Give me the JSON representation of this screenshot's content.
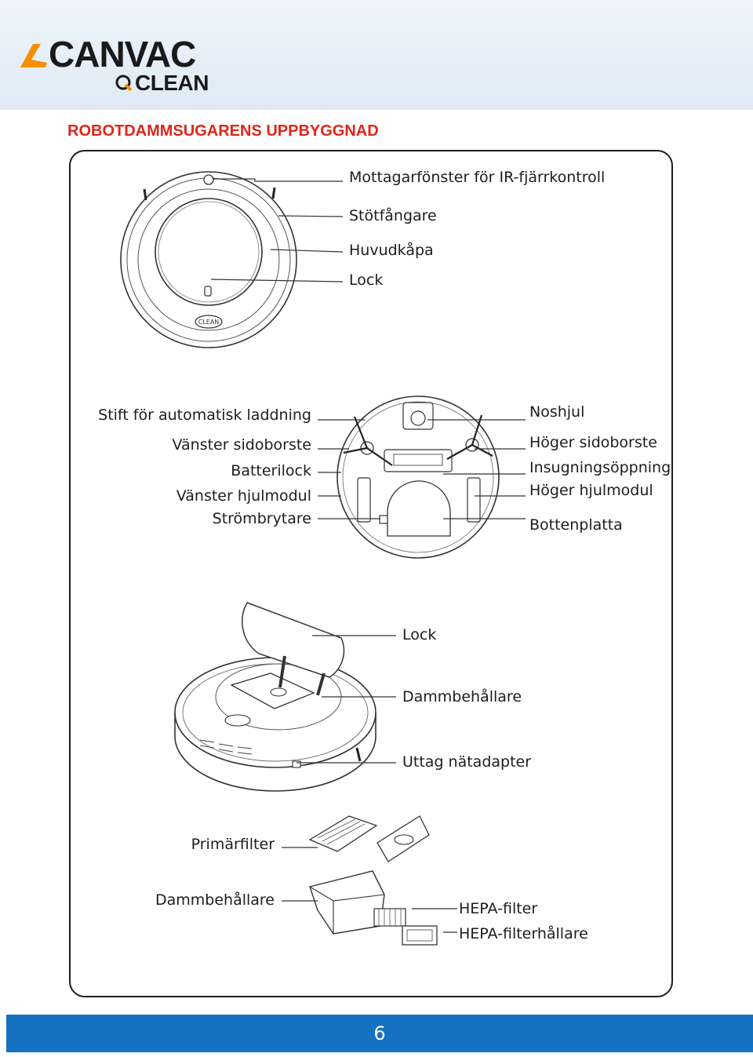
{
  "brand": {
    "name": "CANVAC",
    "sub": "CLEAN",
    "accent_color": "#f29100",
    "logo_icon": "canvac-swoosh-logo"
  },
  "section_title": "ROBOTDAMMSUGARENS UPPBYGGNAD",
  "colors": {
    "title_red": "#e1251b",
    "footer_blue": "#1571c2",
    "line": "#1d1d1b"
  },
  "top_view": {
    "labels": [
      "Mottagarfönster för IR-fjärrkontroll",
      "Stötfångare",
      "Huvudkåpa",
      "Lock"
    ],
    "badge": "CLEAN"
  },
  "bottom_view": {
    "left_labels": [
      "Stift för automatisk laddning",
      "Vänster sidoborste",
      "Batterilock",
      "Vänster hjulmodul",
      "Strömbrytare"
    ],
    "right_labels": [
      "Noshjul",
      "Höger sidoborste",
      "Insugningsöppning",
      "Höger hjulmodul",
      "Bottenplatta"
    ]
  },
  "open_view": {
    "labels": [
      "Lock",
      "Dammbehållare",
      "Uttag nätadapter"
    ]
  },
  "dustbin_view": {
    "left_labels": [
      "Primärfilter",
      "Dammbehållare"
    ],
    "right_labels": [
      "HEPA-filter",
      "HEPA-filterhållare"
    ]
  },
  "page_number": "6"
}
